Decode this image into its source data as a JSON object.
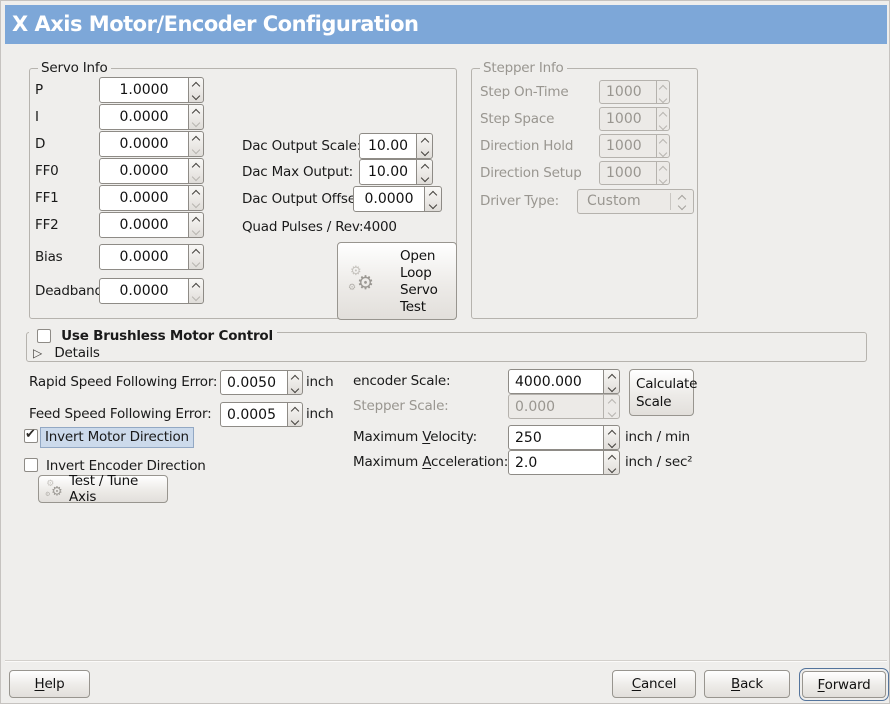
{
  "window": {
    "title": "X Axis Motor/Encoder Configuration"
  },
  "colors": {
    "titlebar_blue": "#7da7d8",
    "background": "#efeeec",
    "focus_highlight": "#ccdaeb",
    "focus_ring": "#54749c"
  },
  "servo_info": {
    "title": "Servo Info",
    "params": [
      {
        "label": "P",
        "value": "1.0000"
      },
      {
        "label": "I",
        "value": "0.0000"
      },
      {
        "label": "D",
        "value": "0.0000"
      },
      {
        "label": "FF0",
        "value": "0.0000"
      },
      {
        "label": "FF1",
        "value": "0.0000"
      },
      {
        "label": "FF2",
        "value": "0.0000"
      },
      {
        "label": "Bias",
        "value": "0.0000"
      },
      {
        "label": "Deadband",
        "value": "0.0000"
      }
    ],
    "dac_rows": [
      {
        "label": "Dac Output Scale:",
        "value": "10.00"
      },
      {
        "label": "Dac Max Output:",
        "value": "10.00"
      },
      {
        "label": "Dac Output Offset:",
        "value": "0.0000"
      }
    ],
    "quad_label": "Quad Pulses / Rev:",
    "quad_value": "4000",
    "open_loop_button_lines": [
      "Open",
      "Loop",
      "Servo",
      "Test"
    ]
  },
  "stepper_info": {
    "title": "Stepper Info",
    "params": [
      {
        "label": "Step On-Time",
        "value": "1000"
      },
      {
        "label": "Step Space",
        "value": "1000"
      },
      {
        "label": "Direction Hold",
        "value": "1000"
      },
      {
        "label": "Direction Setup",
        "value": "1000"
      }
    ],
    "driver_type": {
      "label": "Driver Type:",
      "value": "Custom"
    }
  },
  "brushless": {
    "checkbox_label": "Use Brushless Motor Control",
    "details_label": "Details"
  },
  "following_errors": [
    {
      "label": "Rapid Speed Following Error:",
      "value": "0.0050",
      "unit": "inch"
    },
    {
      "label": "Feed Speed Following Error:",
      "value": "0.0005",
      "unit": "inch"
    }
  ],
  "scales": {
    "encoder": {
      "label": "encoder Scale:",
      "value": "4000.000"
    },
    "stepper": {
      "label": "Stepper Scale:",
      "value": "0.000"
    },
    "calculate_button": {
      "line1": "Calculate",
      "line2": "Scale"
    },
    "velocity": {
      "label_pre": "Maximum ",
      "label_mn": "V",
      "label_post": "elocity:",
      "value": "250",
      "unit": "inch / min"
    },
    "acceleration": {
      "label_pre": "Maximum ",
      "label_mn": "A",
      "label_post": "cceleration:",
      "value": "2.0",
      "unit": "inch / sec²"
    }
  },
  "direction": {
    "invert_motor_label": "Invert Motor Direction",
    "invert_encoder_label": "Invert Encoder Direction",
    "test_tune_button": "Test / Tune Axis",
    "check_glyph": "✔"
  },
  "footer": {
    "help": {
      "mn": "H",
      "rest": "elp"
    },
    "cancel": {
      "mn": "C",
      "rest": "ancel"
    },
    "back": {
      "mn": "B",
      "rest": "ack"
    },
    "forward": {
      "mn": "F",
      "rest": "orward"
    }
  },
  "icons": {
    "gear_glyph": "⚙",
    "expander_collapsed_glyph": "▷"
  }
}
